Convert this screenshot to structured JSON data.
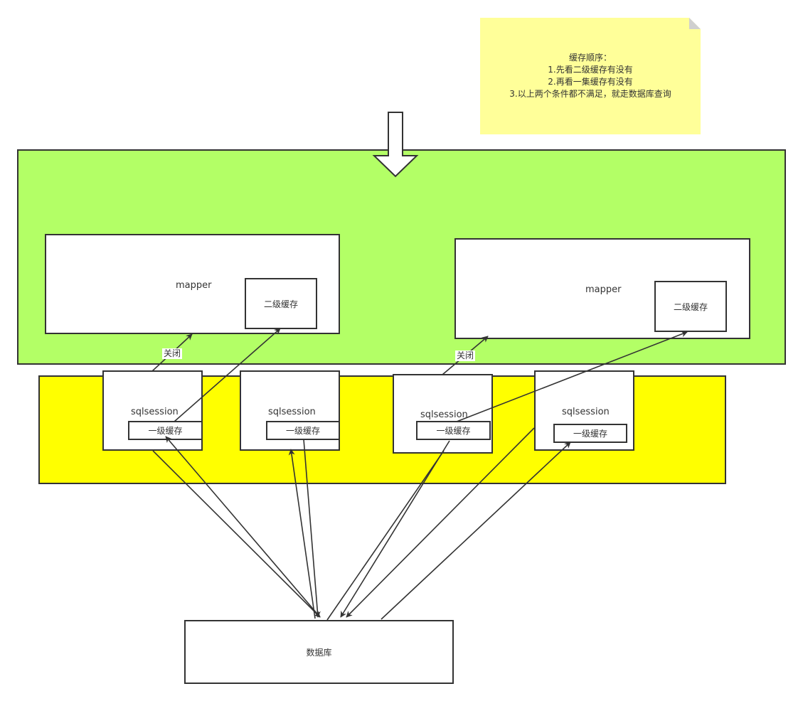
{
  "note": {
    "lines": [
      "缓存顺序：",
      "1.先看二级缓存有没有",
      "2.再看一集缓存有没有",
      "3.以上两个条件都不满足，就走数据库查询"
    ],
    "color": "#ffff99"
  },
  "colors": {
    "mapper_layer": "#b3ff66",
    "session_layer": "#ffff00",
    "stroke": "#333333",
    "box_fill": "#ffffff"
  },
  "mappers": [
    {
      "label": "mapper",
      "cache_label": "二级缓存"
    },
    {
      "label": "mapper",
      "cache_label": "二级缓存"
    }
  ],
  "sessions": [
    {
      "label": "sqlsession",
      "cache_label": "一级缓存"
    },
    {
      "label": "sqlsession",
      "cache_label": "一级缓存"
    },
    {
      "label": "sqlsession",
      "cache_label": "一级缓存"
    },
    {
      "label": "sqlsession",
      "cache_label": "一级缓存"
    }
  ],
  "edge_labels": {
    "close_1": "关闭",
    "close_2": "关闭"
  },
  "database": {
    "label": "数据库"
  }
}
